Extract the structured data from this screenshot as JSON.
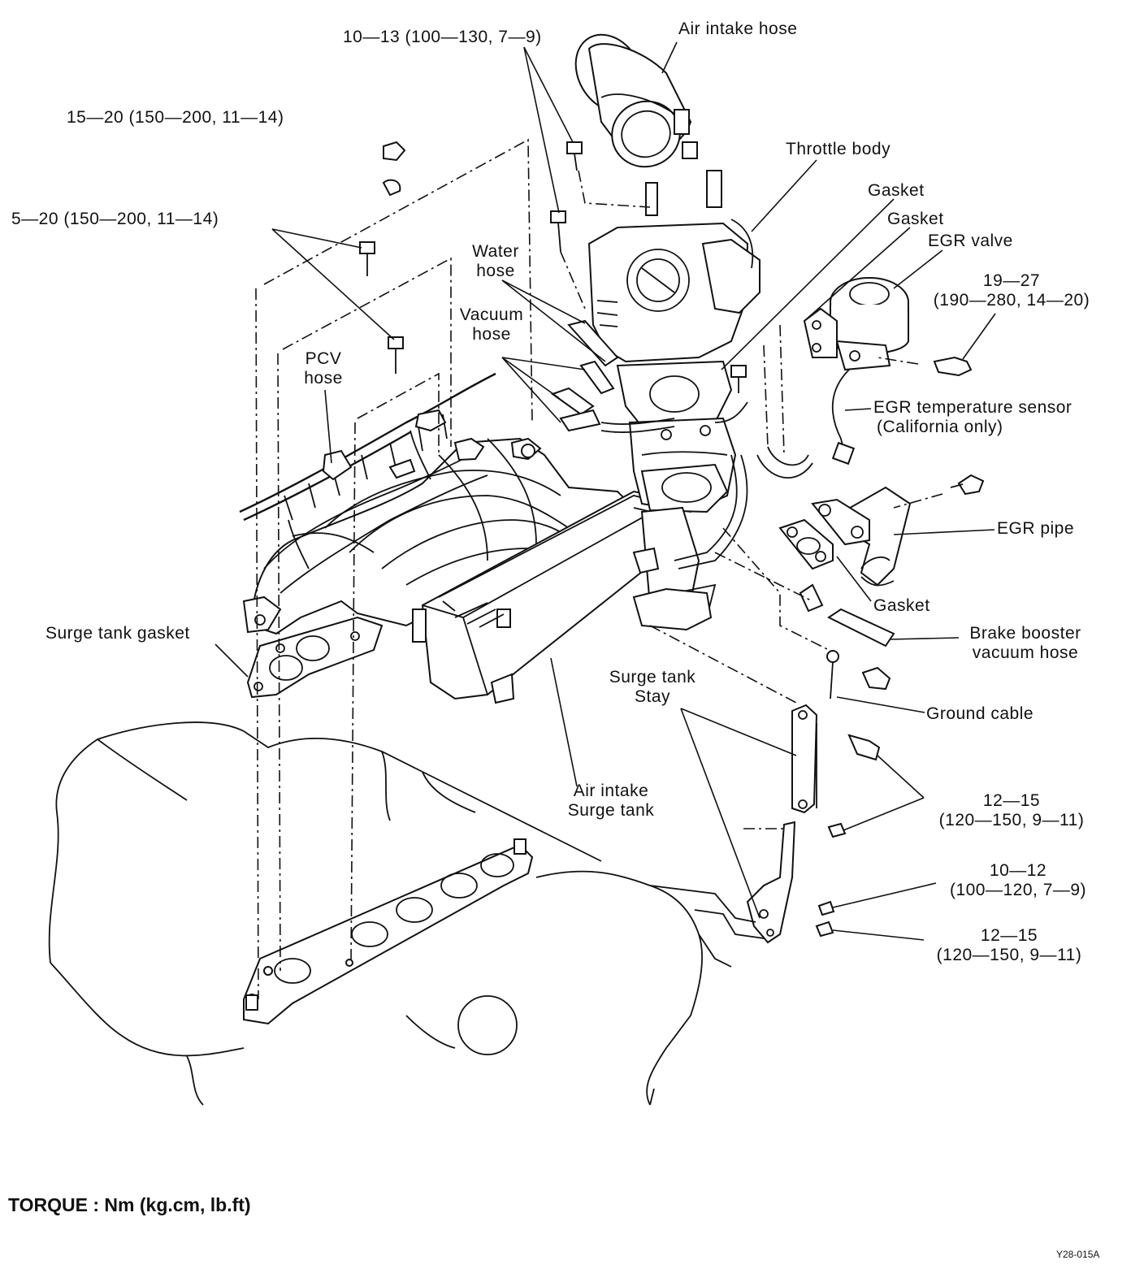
{
  "labels": {
    "air_intake_hose": "Air intake hose",
    "torque_throttle": "10—13 (100—130, 7—9)",
    "torque_nut": "15—20 (150—200, 11—14)",
    "throttle_body": "Throttle body",
    "gasket_1": "Gasket",
    "gasket_2": "Gasket",
    "egr_valve": "EGR valve",
    "torque_bolt": "5—20 (150—200, 11—14)",
    "water_hose_1": "Water",
    "water_hose_2": "hose",
    "torque_egr_1": "19—27",
    "torque_egr_2": "(190—280, 14—20)",
    "vacuum_hose_1": "Vacuum",
    "vacuum_hose_2": "hose",
    "pcv_hose_1": "PCV",
    "pcv_hose_2": "hose",
    "egr_temp_sensor_1": "EGR temperature sensor",
    "egr_temp_sensor_2": "(California only)",
    "egr_pipe": "EGR pipe",
    "gasket_3": "Gasket",
    "surge_tank_gasket": "Surge tank gasket",
    "brake_booster_1": "Brake booster",
    "brake_booster_2": "vacuum hose",
    "surge_tank_stay_1": "Surge tank",
    "surge_tank_stay_2": "Stay",
    "ground_cable": "Ground cable",
    "air_intake_surge_1": "Air intake",
    "air_intake_surge_2": "Surge tank",
    "torque_stay_1a": "12—15",
    "torque_stay_1b": "(120—150, 9—11)",
    "torque_stay_2a": "10—12",
    "torque_stay_2b": "(100—120, 7—9)",
    "torque_stay_3a": "12—15",
    "torque_stay_3b": "(120—150, 9—11)"
  },
  "footer": {
    "torque_units": "TORQUE : Nm (kg.cm, lb.ft)",
    "figure_code": "Y28-015A"
  }
}
